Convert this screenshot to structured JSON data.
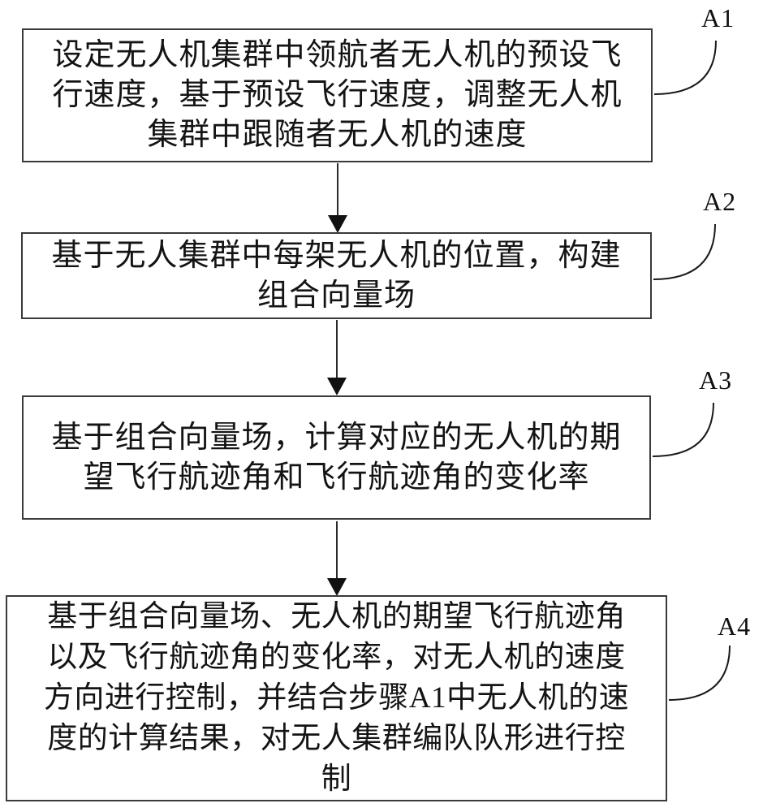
{
  "figure": {
    "background_color": "#ffffff",
    "ink_color": "#1a1a1a",
    "border_color": "#3a3a3a",
    "steps": [
      {
        "label": "A1",
        "text": "设定无人机集群中领航者无人机的预设飞\n行速度，基于预设飞行速度，调整无人机\n集群中跟随者无人机的速度"
      },
      {
        "label": "A2",
        "text": "基于无人集群中每架无人机的位置，构建\n组合向量场"
      },
      {
        "label": "A3",
        "text": "基于组合向量场，计算对应的无人机的期\n望飞行航迹角和飞行航迹角的变化率"
      },
      {
        "label": "A4",
        "text": "基于组合向量场、无人机的期望飞行航迹角\n以及飞行航迹角的变化率，对无人机的速度\n方向进行控制，并结合步骤A1中无人机的速\n度的计算结果，对无人集群编队队形进行控\n制"
      }
    ],
    "connectors": [
      {
        "from": "A1",
        "to": "A2"
      },
      {
        "from": "A2",
        "to": "A3"
      },
      {
        "from": "A3",
        "to": "A4"
      }
    ]
  }
}
